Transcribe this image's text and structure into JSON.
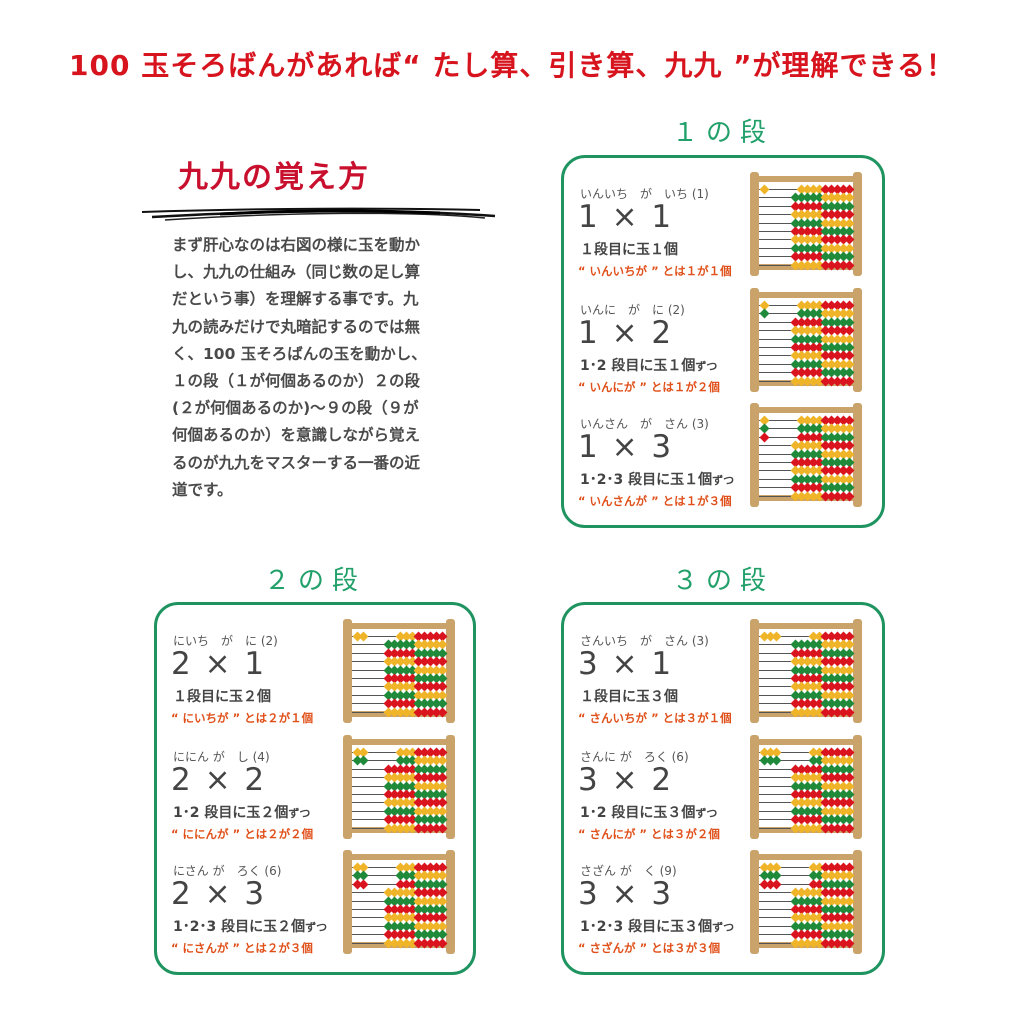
{
  "headline": "100 玉そろばんがあれば“ たし算、引き算、九九 ”が理解できる！",
  "how_to": {
    "title": "九九の覚え方",
    "lines": [
      "まず肝心なのは右図の様に玉を動か",
      "し、九九の仕組み（同じ数の足し算",
      "だという事）を理解する事です。九",
      "九の読みだけで丸暗記するのでは無",
      "く、100 玉そろばんの玉を動かし、",
      "１の段（１が何個あるのか）２の段",
      "(２が何個あるのか)～９の段（９が",
      "何個あるのか）を意識しながら覚え",
      "るのが九九をマスターする一番の近",
      "道です。"
    ]
  },
  "colors": {
    "headline": "#d7141e",
    "section_title": "#21a06a",
    "panel_border": "#1f9460",
    "note": "#e0501a",
    "bead_yellow": "#f0b429",
    "bead_green": "#1e8a3a",
    "bead_red": "#d9141e",
    "frame": "#c9a36a"
  },
  "sections": [
    {
      "title": "１の段",
      "items": [
        {
          "reading": "いんいち　が　いち (1)",
          "formula": "1 × 1",
          "desc": "１段目に玉１個",
          "desc_suffix": "",
          "note": "“ いんいちが ” とは１が１個",
          "multiplier": 1,
          "rows": 1
        },
        {
          "reading": "いんに　が　に (2)",
          "formula": "1 × 2",
          "desc": "1･2 段目に玉１個",
          "desc_suffix": "ずつ",
          "note": "“ いんにが ” とは１が２個",
          "multiplier": 1,
          "rows": 2
        },
        {
          "reading": "いんさん　が　さん (3)",
          "formula": "1 × 3",
          "desc": "1･2･3 段目に玉１個",
          "desc_suffix": "ずつ",
          "note": "“ いんさんが ” とは１が３個",
          "multiplier": 1,
          "rows": 3
        }
      ]
    },
    {
      "title": "２の段",
      "items": [
        {
          "reading": "にいち　が　に (2)",
          "formula": "2 × 1",
          "desc": "１段目に玉２個",
          "desc_suffix": "",
          "note": "“ にいちが ” とは２が１個",
          "multiplier": 2,
          "rows": 1
        },
        {
          "reading": "ににん が　し (4)",
          "formula": "2 × 2",
          "desc": "1･2 段目に玉２個",
          "desc_suffix": "ずつ",
          "note": "“ ににんが ” とは２が２個",
          "multiplier": 2,
          "rows": 2
        },
        {
          "reading": "にさん が　ろく (6)",
          "formula": "2 × 3",
          "desc": "1･2･3 段目に玉２個",
          "desc_suffix": "ずつ",
          "note": "“ にさんが ” とは２が３個",
          "multiplier": 2,
          "rows": 3
        }
      ]
    },
    {
      "title": "３の段",
      "items": [
        {
          "reading": "さんいち　が　さん (3)",
          "formula": "3 × 1",
          "desc": "１段目に玉３個",
          "desc_suffix": "",
          "note": "“ さんいちが ” とは３が１個",
          "multiplier": 3,
          "rows": 1
        },
        {
          "reading": "さんに が　ろく (6)",
          "formula": "3 × 2",
          "desc": "1･2 段目に玉３個",
          "desc_suffix": "ずつ",
          "note": "“ さんにが ” とは３が２個",
          "multiplier": 3,
          "rows": 2
        },
        {
          "reading": "さざん が　く (9)",
          "formula": "3 × 3",
          "desc": "1･2･3 段目に玉３個",
          "desc_suffix": "ずつ",
          "note": "“ さざんが ” とは３が３個",
          "multiplier": 3,
          "rows": 3
        }
      ]
    }
  ]
}
